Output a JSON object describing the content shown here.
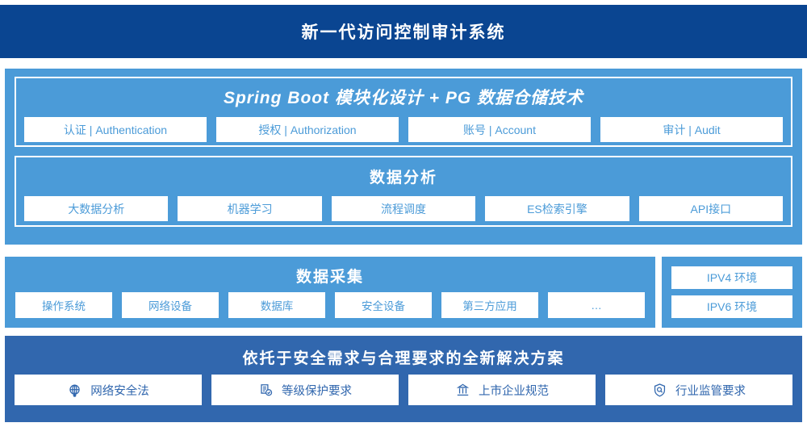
{
  "header": {
    "title": "新一代访问控制审计系统",
    "bg": "#0a4591"
  },
  "colors": {
    "light_blue": "#4b9bd8",
    "mid_blue": "#3167ae",
    "navy": "#0a4591",
    "chip_text": "#4b9bd8",
    "chip_text_bottom": "#3167ae",
    "white": "#ffffff"
  },
  "sections": {
    "platform": {
      "title": "Spring Boot 模块化设计 + PG 数据仓储技术",
      "items": [
        {
          "label": "认证 | Authentication"
        },
        {
          "label": "授权 | Authorization"
        },
        {
          "label": "账号 | Account"
        },
        {
          "label": "审计 | Audit"
        }
      ]
    },
    "analysis": {
      "title": "数据分析",
      "items": [
        {
          "label": "大数据分析"
        },
        {
          "label": "机器学习"
        },
        {
          "label": "流程调度"
        },
        {
          "label": "ES检索引擎"
        },
        {
          "label": "API接口"
        }
      ]
    },
    "collection": {
      "title": "数据采集",
      "items": [
        {
          "label": "操作系统"
        },
        {
          "label": "网络设备"
        },
        {
          "label": "数据库"
        },
        {
          "label": "安全设备"
        },
        {
          "label": "第三方应用"
        },
        {
          "label": "…"
        }
      ]
    },
    "environment": {
      "items": [
        {
          "label": "IPV4 环境"
        },
        {
          "label": "IPV6 环境"
        }
      ]
    },
    "compliance": {
      "title": "依托于安全需求与合理要求的全新解决方案",
      "items": [
        {
          "label": "网络安全法",
          "icon": "globe-icon"
        },
        {
          "label": "等级保护要求",
          "icon": "document-check-icon"
        },
        {
          "label": "上市企业规范",
          "icon": "bank-icon"
        },
        {
          "label": "行业监管要求",
          "icon": "shield-search-icon"
        }
      ]
    }
  }
}
